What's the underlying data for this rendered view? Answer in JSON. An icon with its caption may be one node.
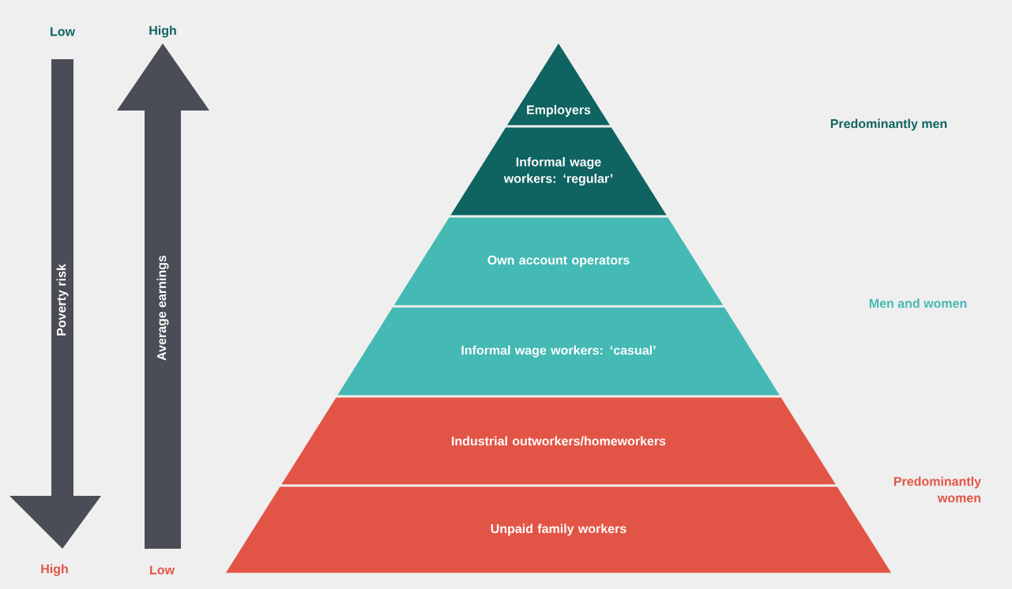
{
  "diagram": {
    "nodes": [
      {
        "text": [
          "Employers"
        ]
      },
      {
        "text": [
          "Informal wage workers: ‘regular’"
        ]
      },
      {
        "text": [
          "Own account operators"
        ]
      },
      {
        "text": [
          "Informal wage workers: ‘casual’"
        ]
      },
      {
        "text": [
          "Industrial outworkers/homeworkers"
        ]
      },
      {
        "text": [
          "Unpaid family workers"
        ]
      }
    ],
    "labels": [
      "Low",
      "High",
      "Poverty risk",
      "Average earnings",
      "Predominantly men",
      "Men and women",
      "Predominantly women",
      "High",
      "Low"
    ]
  }
}
